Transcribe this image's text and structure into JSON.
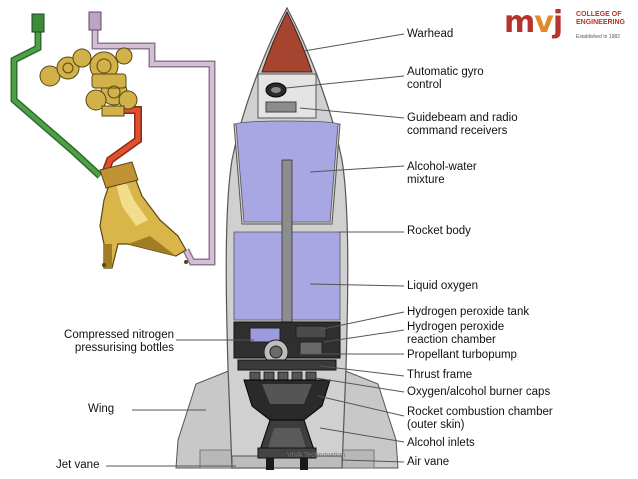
{
  "labels_right": [
    {
      "id": "warhead",
      "lines": [
        "Warhead"
      ]
    },
    {
      "id": "gyro",
      "lines": [
        "Automatic gyro",
        "control"
      ]
    },
    {
      "id": "guidebeam",
      "lines": [
        "Guidebeam and radio",
        "command receivers"
      ]
    },
    {
      "id": "alcohol-water",
      "lines": [
        "Alcohol-water",
        "mixture"
      ]
    },
    {
      "id": "rocket-body",
      "lines": [
        "Rocket body"
      ]
    },
    {
      "id": "liquid-oxygen",
      "lines": [
        "Liquid oxygen"
      ]
    },
    {
      "id": "h2o2-tank",
      "lines": [
        "Hydrogen peroxide tank"
      ]
    },
    {
      "id": "h2o2-chamber",
      "lines": [
        "Hydrogen peroxide",
        "reaction chamber"
      ]
    },
    {
      "id": "turbopump",
      "lines": [
        "Propellant turbopump"
      ]
    },
    {
      "id": "thrust-frame",
      "lines": [
        "Thrust frame"
      ]
    },
    {
      "id": "burner-caps",
      "lines": [
        "Oxygen/alcohol burner caps"
      ]
    },
    {
      "id": "combustion-chamber",
      "lines": [
        "Rocket combustion chamber",
        "(outer skin)"
      ]
    },
    {
      "id": "alcohol-inlets",
      "lines": [
        "Alcohol inlets"
      ]
    },
    {
      "id": "air-vane",
      "lines": [
        "Air vane"
      ]
    }
  ],
  "labels_left": [
    {
      "id": "nitrogen-bottles",
      "lines": [
        "Compressed nitrogen",
        "pressurising bottles"
      ]
    },
    {
      "id": "wing",
      "lines": [
        "Wing"
      ]
    },
    {
      "id": "jet-vane",
      "lines": [
        "Jet vane"
      ]
    }
  ],
  "logo": {
    "m": "m",
    "v": "v",
    "j": "j",
    "college_line1": "COLLEGE OF",
    "college_line2": "ENGINEERING",
    "established": "Established In 1982"
  },
  "watermark": "VIVA Technovation",
  "colors": {
    "warhead": "#a5452f",
    "tank": "#a7a4e2",
    "body": "#cfcfcf",
    "engine": "#2e2e2e",
    "pipe_green": "#3d8a3a",
    "pipe_red": "#d2452a",
    "pipe_lilac": "#c4a6c8",
    "brass": "#c9a23a"
  }
}
